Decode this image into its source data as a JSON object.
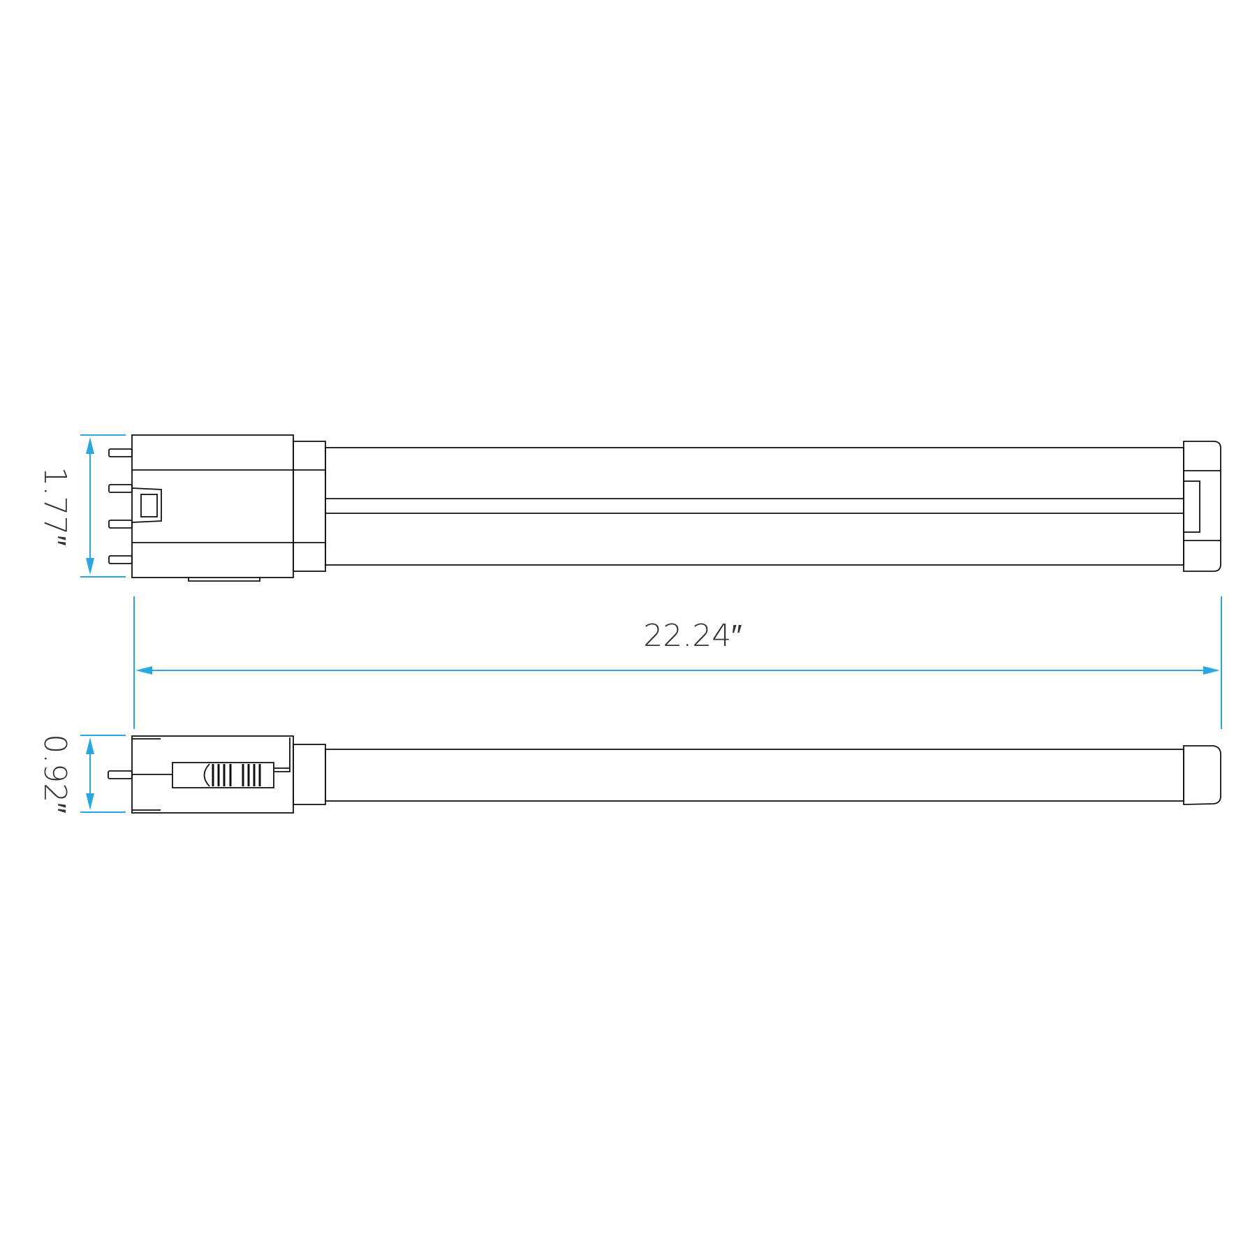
{
  "dimensions": {
    "height_top": "1.77″",
    "length": "22.24″",
    "height_bottom": "0.92″"
  },
  "colors": {
    "dimension_line": "#29a8e0",
    "outline": "#111111"
  }
}
